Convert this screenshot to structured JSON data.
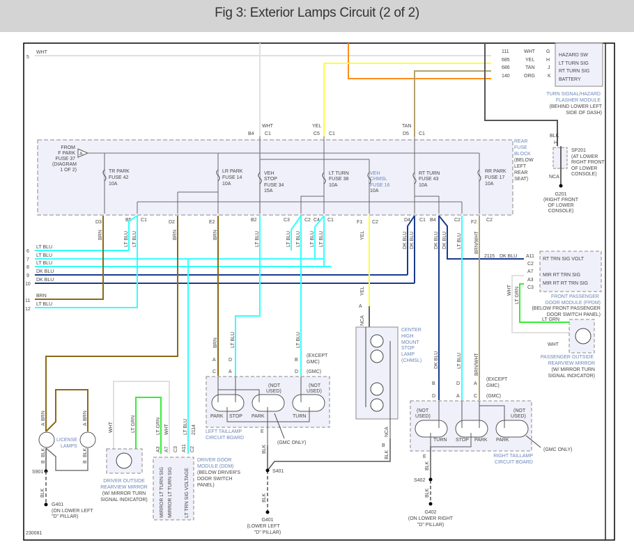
{
  "title": "Fig 3: Exterior Lamps Circuit (2 of 2)",
  "figure_id": "230081",
  "colors": {
    "wht": "#e0e0e0",
    "yel": "#ffff33",
    "tan": "#b3a06b",
    "org": "#ff8c1a",
    "brn": "#8b6914",
    "lt_blu": "#33ffff",
    "dk_blu": "#1a3a8c",
    "lt_grn": "#33ee33",
    "blk": "#555555",
    "module_fill": "#f0f0fa",
    "label_blue": "#6a86b8"
  },
  "left_refs": [
    {
      "num": "5",
      "color": "WHT"
    },
    {
      "num": "6",
      "color": "LT BLU"
    },
    {
      "num": "7",
      "color": "LT BLU"
    },
    {
      "num": "8",
      "color": "LT BLU"
    },
    {
      "num": "9",
      "color": "DK BLU"
    },
    {
      "num": "10",
      "color": "DK BLU"
    },
    {
      "num": "11",
      "color": "BRN"
    },
    {
      "num": "12",
      "color": "LT BLU"
    }
  ],
  "flasher": {
    "name": "TURN SIGNAL/HAZARD",
    "name2": "FLASHER MODULE",
    "loc1": "(BEHIND LOWER LEFT",
    "loc2": "SIDE OF DASH)",
    "pins": [
      {
        "circuit": "111",
        "color": "WHT",
        "pin": "G",
        "label": "HAZARD SW"
      },
      {
        "circuit": "685",
        "color": "YEL",
        "pin": "H",
        "label": "LT TURN SIG"
      },
      {
        "circuit": "686",
        "color": "TAN",
        "pin": "J",
        "label": "RT TURN SIG"
      },
      {
        "circuit": "140",
        "color": "ORG",
        "pin": "K",
        "label": "BATTERY"
      }
    ]
  },
  "splice_sp201": {
    "wire_color": "BLK",
    "pin": "H",
    "nca": "NCA",
    "name": "SP201",
    "l1": "(AT LOWER",
    "l2": "RIGHT FRONT",
    "l3": "OF LOWER",
    "l4": "CONSOLE)"
  },
  "ground_g201": {
    "name": "G201",
    "l1": "(RIGHT FRONT",
    "l2": "OF LOWER",
    "l3": "CONSOLE)"
  },
  "fuse_block": {
    "name1": "REAR",
    "name2": "FUSE",
    "name3": "BLOCK",
    "loc1": "(BELOW",
    "loc2": "LEFT",
    "loc3": "REAR",
    "loc4": "SEAT)",
    "from": {
      "l1": "FROM",
      "l2": "F PARK",
      "l3": "FUSE 37",
      "l4": "(DIAGRAM",
      "l5": "1 OF 2)",
      "pin": "A"
    },
    "top_inputs": [
      {
        "pin": "B4",
        "conn": "C1",
        "color": "WHT"
      },
      {
        "pin": "C5",
        "conn": "C1",
        "color": "YEL"
      },
      {
        "pin": "D5",
        "conn": "C1",
        "color": "TAN"
      }
    ],
    "fuses": [
      {
        "l1": "TR PARK",
        "l2": "FUSE 42",
        "l3": "10A"
      },
      {
        "l1": "LR PARK",
        "l2": "FUSE 14",
        "l3": "10A"
      },
      {
        "l1": "VEH",
        "l2": "STOP",
        "l3": "FUSE 34",
        "l4": "15A"
      },
      {
        "l1": "LT TURN",
        "l2": "FUSE 38",
        "l3": "10A"
      },
      {
        "l1": "VEH",
        "l2": "CHMSL",
        "l3": "FUSE 16",
        "l4": "10A"
      },
      {
        "l1": "RT TURN",
        "l2": "FUSE 43",
        "l3": "10A"
      },
      {
        "l1": "RR PARK",
        "l2": "FUSE 17",
        "l3": "10A"
      }
    ],
    "bottom_pins": [
      {
        "pin": "D3",
        "conn": ""
      },
      {
        "pin": "B5",
        "conn": "C1"
      },
      {
        "pin": "D2",
        "conn": ""
      },
      {
        "pin": "E2",
        "conn": ""
      },
      {
        "pin": "B2",
        "conn": ""
      },
      {
        "pin": "C3",
        "conn": ""
      },
      {
        "pin": "C2",
        "conn": ""
      },
      {
        "pin": "C4",
        "conn": "C1"
      },
      {
        "pin": "F1",
        "conn": "C2"
      },
      {
        "pin": "D4",
        "conn": "C1"
      },
      {
        "pin": "B4",
        "conn": ""
      },
      {
        "pin": "C2",
        "conn": ""
      },
      {
        "pin": "F2",
        "conn": "C2"
      }
    ]
  },
  "wire_labels": {
    "brn": "BRN",
    "lt_blu": "LT BLU",
    "dk_blu": "DK BLU",
    "yel": "YEL",
    "blk": "BLK",
    "wht": "WHT",
    "lt_grn": "LT GRN",
    "brn_wht": "BRN/WHT",
    "nca": "NCA",
    "c2114": "2114",
    "c2115": "2115"
  },
  "fpdm": {
    "pins": [
      {
        "pin": "A11",
        "conn": "",
        "label": "RT TRN SIG VOLT"
      },
      {
        "pin": "",
        "conn": "C2",
        "label": ""
      },
      {
        "pin": "A7",
        "conn": "",
        "label": "MIR RT TRN SIG"
      },
      {
        "pin": "A3",
        "conn": "",
        "label": "MIR RT RT TRN SIG"
      },
      {
        "pin": "",
        "conn": "C3",
        "label": ""
      }
    ],
    "name1": "FRONT PASSENGER",
    "name2": "DOOR MODULE (FPDM)",
    "loc1": "(BELOW FRONT PASSENGER",
    "loc2": "DOOR SWITCH PANEL)"
  },
  "pass_mirror": {
    "l1": "PASSENGER OUTSIDE",
    "l2": "REARVIEW MIRROR",
    "l3": "(W/ MIRROR TURN",
    "l4": "SIGNAL INDICATOR)"
  },
  "chmsl": {
    "l1": "CENTER",
    "l2": "HIGH",
    "l3": "MOUNT",
    "l4": "STOP",
    "l5": "LAMP",
    "l6": "(CHMSL)",
    "pin_a": "A",
    "pin_b": "B"
  },
  "left_taillamp": {
    "name1": "LEFT TAILLAMP",
    "name2": "CIRCUIT BOARD",
    "except_gmc": "(EXCEPT",
    "except_gmc2": "GMC)",
    "gmc": "(GMC)",
    "gmc_only": "(GMC ONLY)",
    "not_used": "(NOT",
    "not_used2": "USED)",
    "bulbs": [
      "PARK",
      "STOP",
      "PARK",
      "TURN"
    ],
    "pins_top": [
      "A",
      "D",
      "B"
    ],
    "pins_bot": [
      "C",
      "A",
      "D"
    ],
    "ground_pin": "E"
  },
  "right_taillamp": {
    "name1": "RIGHT TAILLAMP",
    "name2": "CIRCUIT BOARD",
    "bulbs": [
      "TURN",
      "STOP",
      "PARK",
      "PARK"
    ],
    "pins_top": [
      "B",
      "D",
      "A"
    ],
    "pins_bot": [
      "D",
      "A",
      "C"
    ],
    "ground_pin": "E"
  },
  "license": {
    "l1": "LICENSE",
    "l2": "LAMPS",
    "pin_a": "A",
    "pin_b": "B"
  },
  "driver_mirror": {
    "l1": "DRIVER OUTSIDE",
    "l2": "REARVIEW MIRROR",
    "l3": "(W/ MIRROR TURN",
    "l4": "SIGNAL INDICATOR)"
  },
  "ddm": {
    "pins": [
      "A3",
      "A7",
      "C3",
      "A11",
      "C2"
    ],
    "labels": [
      "MIRROR LT TURN SIG",
      "MIRROR LT TURN SIG",
      "LT TRN SIG VOLTAGE"
    ],
    "name1": "DRIVER DOOR",
    "name2": "MODULE (DDM)",
    "loc1": "(BELOW DRIVER'S",
    "loc2": "DOOR SWITCH",
    "loc3": "PANEL)"
  },
  "splices": {
    "s901": "S901",
    "s401": "S401",
    "s402": "S402"
  },
  "grounds": {
    "g401_left": {
      "name": "G401",
      "l1": "(ON LOWER LEFT",
      "l2": "\"D\" PILLAR)"
    },
    "g401_mid": {
      "name": "G401",
      "l1": "(LOWER LEFT",
      "l2": "\"D\" PILLAR)"
    },
    "g402": {
      "name": "G402",
      "l1": "(ON LOWER RIGHT",
      "l2": "\"D\" PILLAR)"
    }
  }
}
